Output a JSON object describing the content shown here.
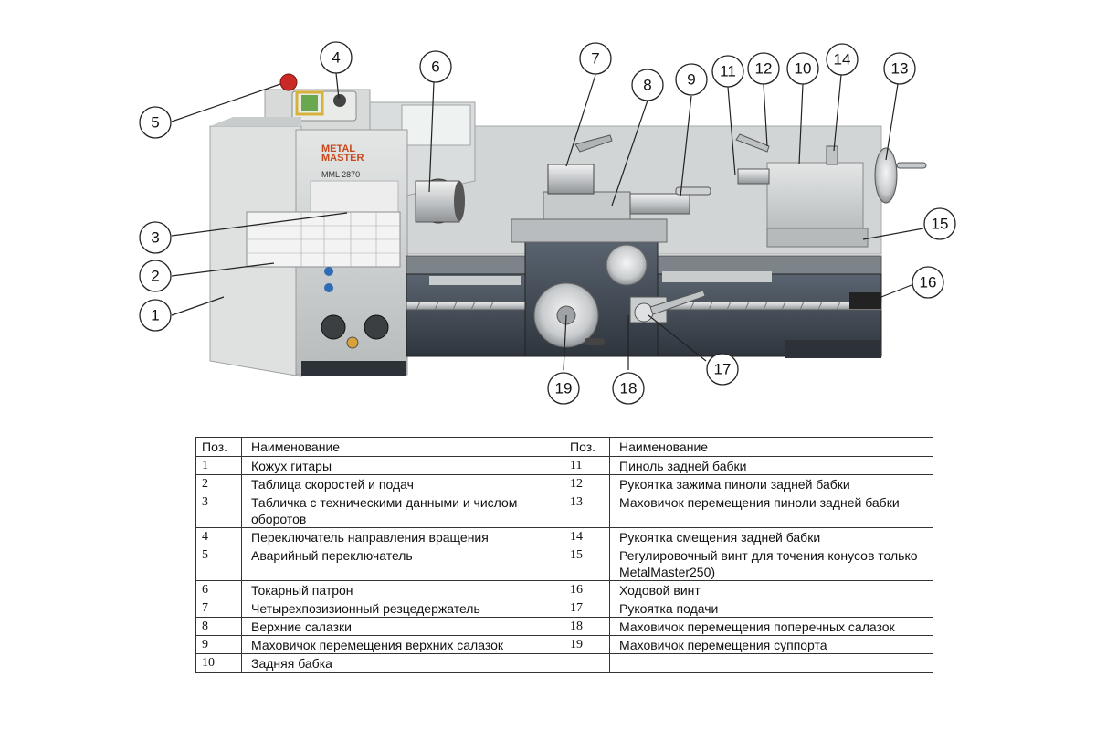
{
  "figure": {
    "brand_line1": "METAL",
    "brand_line2": "MASTER",
    "model": "MML 2870",
    "callouts": [
      "1",
      "2",
      "3",
      "4",
      "5",
      "6",
      "7",
      "8",
      "9",
      "10",
      "11",
      "12",
      "13",
      "14",
      "15",
      "16",
      "17",
      "18",
      "19"
    ]
  },
  "table": {
    "header_pos": "Поз.",
    "header_name": "Наименование",
    "left_rows": [
      {
        "pos": "1",
        "name": "Кожух гитары"
      },
      {
        "pos": "2",
        "name": "Таблица скоростей и подач"
      },
      {
        "pos": "3",
        "name": "Табличка с техническими данными и числом оборотов"
      },
      {
        "pos": "4",
        "name": "Переключатель направления вращения"
      },
      {
        "pos": "5",
        "name": "Аварийный переключатель"
      },
      {
        "pos": "6",
        "name": "Токарный патрон"
      },
      {
        "pos": "7",
        "name": "Четырехпозизионный резцедержатель"
      },
      {
        "pos": "8",
        "name": "Верхние салазки"
      },
      {
        "pos": "9",
        "name": "Маховичок перемещения верхних салазок"
      },
      {
        "pos": "10",
        "name": "Задняя бабка"
      }
    ],
    "right_rows": [
      {
        "pos": "11",
        "name": "Пиноль задней бабки"
      },
      {
        "pos": "12",
        "name": "Рукоятка зажима пиноли задней бабки"
      },
      {
        "pos": "13",
        "name": "Маховичок перемещения пиноли задней бабки"
      },
      {
        "pos": "14",
        "name": "Рукоятка смещения задней бабки"
      },
      {
        "pos": "15",
        "name": "Регулировочный винт для точения конусов только MetalMaster250)"
      },
      {
        "pos": "16",
        "name": "Ходовой винт"
      },
      {
        "pos": "17",
        "name": "Рукоятка подачи"
      },
      {
        "pos": "18",
        "name": "Маховичок перемещения поперечных салазок"
      },
      {
        "pos": "19",
        "name": "Маховичок перемещения суппорта"
      },
      {
        "pos": "",
        "name": ""
      }
    ]
  }
}
